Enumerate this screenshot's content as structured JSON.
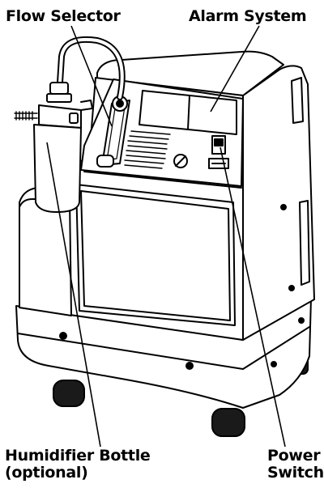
{
  "labels": {
    "flow_selector": "Flow Selector",
    "alarm_system": "Alarm System",
    "humidifier_line1": "Humidifier Bottle",
    "humidifier_line2": "(optional)",
    "power_line1": "Power",
    "power_line2": "Switch"
  },
  "colors": {
    "ink": "#000000",
    "body_fill": "#ffffff",
    "shadow_fill": "#e8e8e8"
  }
}
